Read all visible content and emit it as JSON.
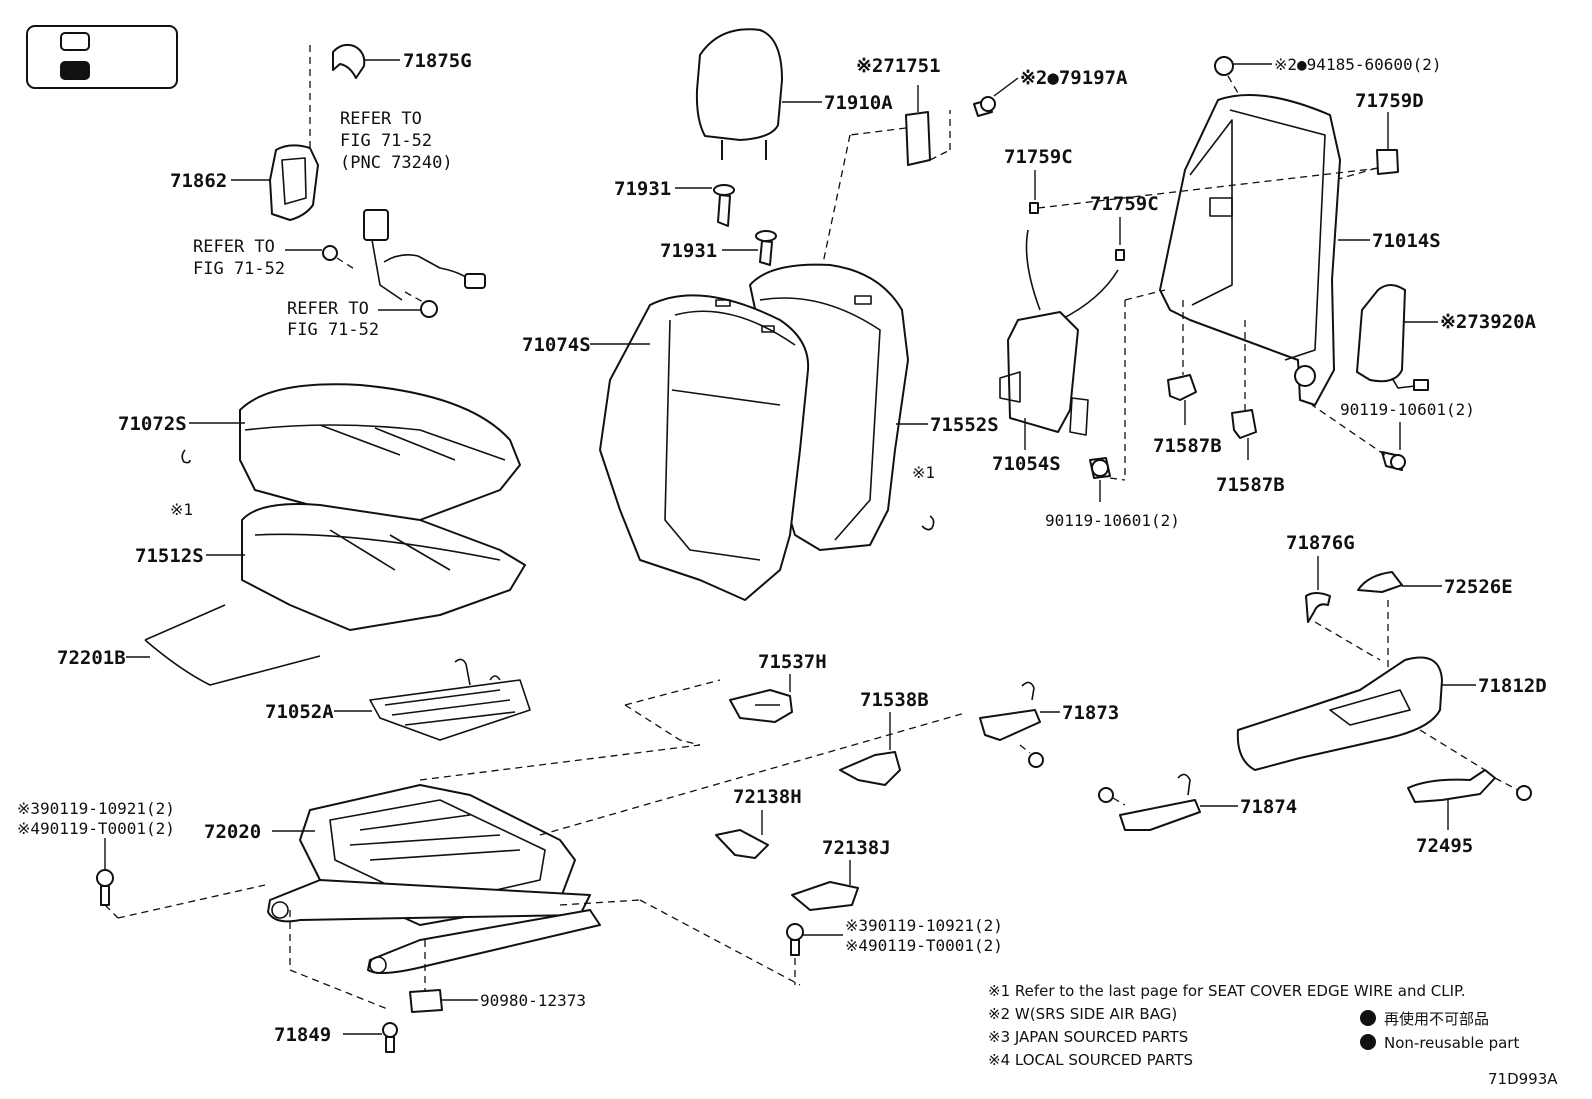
{
  "legend_box": {
    "items": [
      "new-part-box",
      "non-reusable-box"
    ]
  },
  "parts": {
    "p71875G": "71875G",
    "p71862": "71862",
    "p71910A": "71910A",
    "p71751": "71751",
    "p71751_mark": "※2",
    "p79197A": "79197A",
    "p79197A_mark": "※2●",
    "p94185": "94185-60600(2)",
    "p94185_mark": "※2●",
    "p71759D": "71759D",
    "p71931a": "71931",
    "p71931b": "71931",
    "p71759C_a": "71759C",
    "p71759C_b": "71759C",
    "p71014S": "71014S",
    "p73920A": "73920A",
    "p73920A_mark": "※2",
    "p90119_10601_r": "90119-10601(2)",
    "p71074S": "71074S",
    "p71552S": "71552S",
    "p71072S": "71072S",
    "p71054S": "71054S",
    "p71587B_a": "71587B",
    "p71587B_b": "71587B",
    "p90119_10601_c": "90119-10601(2)",
    "p71512S": "71512S",
    "p71876G": "71876G",
    "p72526E": "72526E",
    "p72201B": "72201B",
    "p71537H": "71537H",
    "p71812D": "71812D",
    "p71052A": "71052A",
    "p71538B": "71538B",
    "p71873": "71873",
    "p72138H": "72138H",
    "p71874": "71874",
    "p72020": "72020",
    "p72495": "72495",
    "p72138J": "72138J",
    "p90980": "90980-12373",
    "p71849": "71849",
    "bolt_left_1": "※390119-10921(2)",
    "bolt_left_2": "※490119-T0001(2)",
    "bolt_mid_1": "※390119-10921(2)",
    "bolt_mid_2": "※490119-T0001(2)",
    "mark_x1_left": "※1",
    "mark_x1_right": "※1"
  },
  "refer": {
    "r1_l1": "REFER TO",
    "r1_l2": "FIG 71-52",
    "r1_l3": "(PNC 73240)",
    "r2_l1": "REFER TO",
    "r2_l2": "FIG 71-52",
    "r3_l1": "REFER TO",
    "r3_l2": "FIG 71-52"
  },
  "notes": {
    "n1": "※1  Refer to the last page for SEAT COVER EDGE WIRE and CLIP.",
    "n2": "※2  W(SRS SIDE AIR BAG)",
    "n3": "※3  JAPAN SOURCED PARTS",
    "n4": "※4  LOCAL SOURCED PARTS"
  },
  "legend": {
    "jp": "再使用不可部品",
    "en": "Non-reusable part"
  },
  "figure_id": "71D993A"
}
